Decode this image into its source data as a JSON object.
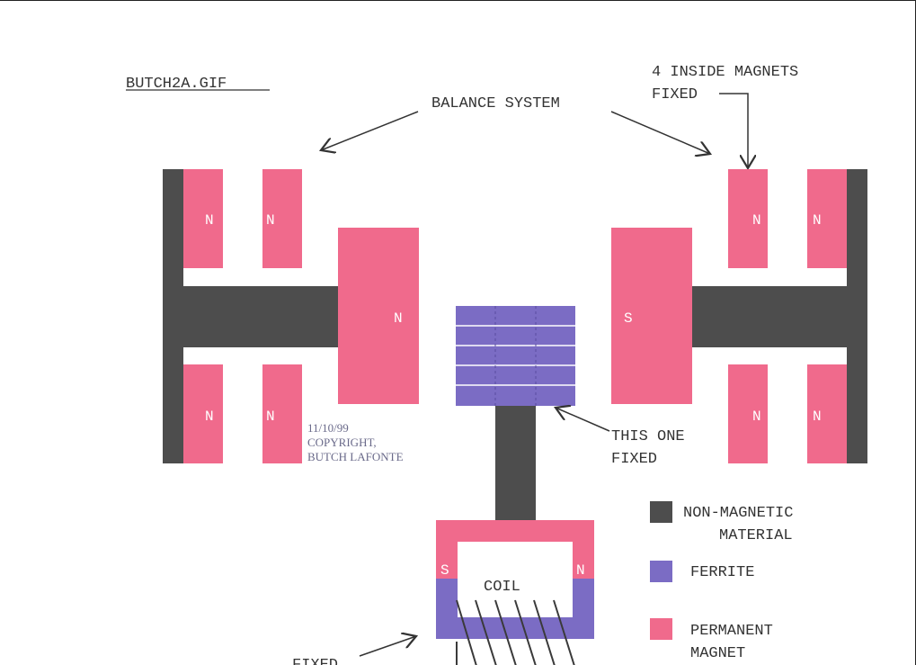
{
  "title": "BUTCH2A.GIF",
  "labels": {
    "balance_system": "BALANCE SYSTEM",
    "inside_magnets_1": "4 INSIDE MAGNETS",
    "inside_magnets_2": "FIXED",
    "this_one_1": "THIS ONE",
    "this_one_2": "FIXED",
    "coil": "COIL",
    "fixed_bottom": "FIXED"
  },
  "copyright": {
    "date": "11/10/99",
    "line1": "COPYRIGHT,",
    "line2": "BUTCH LAFONTE"
  },
  "poles": {
    "n": "N",
    "s": "S"
  },
  "legend": [
    {
      "line1": "NON-MAGNETIC",
      "line2": "MATERIAL",
      "color": "#4d4d4d"
    },
    {
      "line1": "FERRITE",
      "line2": "",
      "color": "#7b6cc4"
    },
    {
      "line1": "PERMANENT",
      "line2": "MAGNET",
      "color": "#f06a8c"
    }
  ],
  "colors": {
    "magnet": "#f06a8c",
    "ferrite": "#7b6cc4",
    "nonmag": "#4d4d4d"
  }
}
